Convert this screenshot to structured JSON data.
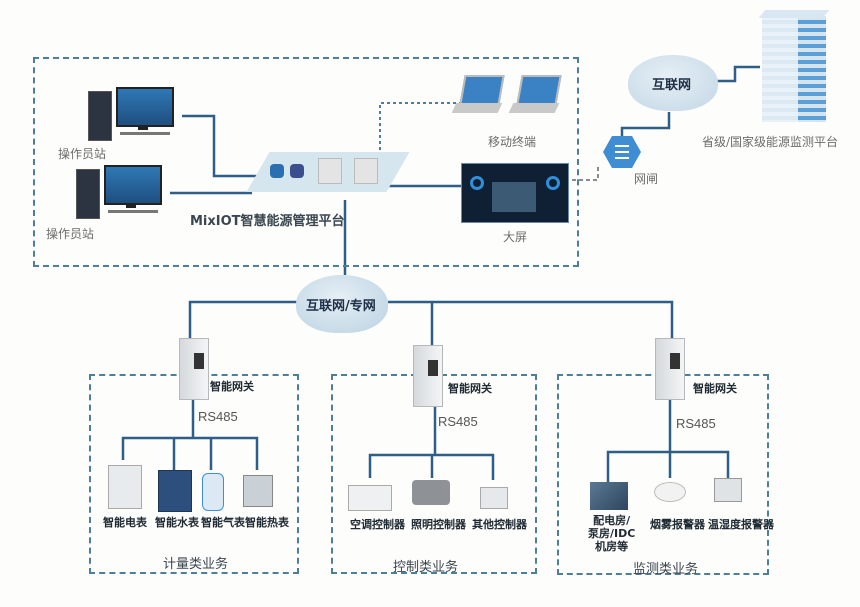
{
  "diagram": {
    "platform": {
      "title": "MixIOT智慧能源管理平台",
      "operator_station_1": "操作员站",
      "operator_station_2": "操作员站",
      "mobile_terminal": "移动终端",
      "big_screen": "大屏"
    },
    "external": {
      "internet_cloud": "互联网",
      "gateway_device": "网闸",
      "national_platform": "省级/国家级能源监测平台"
    },
    "network_cloud": "互联网/专网",
    "groups": [
      {
        "gateway_label": "智能网关",
        "bus": "RS485",
        "title": "计量类业务",
        "devices": [
          "智能电表",
          "智能水表",
          "智能气表",
          "智能热表"
        ]
      },
      {
        "gateway_label": "智能网关",
        "bus": "RS485",
        "title": "控制类业务",
        "devices": [
          "空调控制器",
          "照明控制器",
          "其他控制器"
        ]
      },
      {
        "gateway_label": "智能网关",
        "bus": "RS485",
        "title": "监测类业务",
        "devices": [
          "配电房/\n泵房/IDC\n机房等",
          "烟雾报警器",
          "温湿度报警器"
        ]
      }
    ],
    "colors": {
      "line": "#2f5f86",
      "dash": "#4d7f96",
      "accent_blue": "#3b8fd4",
      "cloud": "#cfe1ec"
    }
  }
}
